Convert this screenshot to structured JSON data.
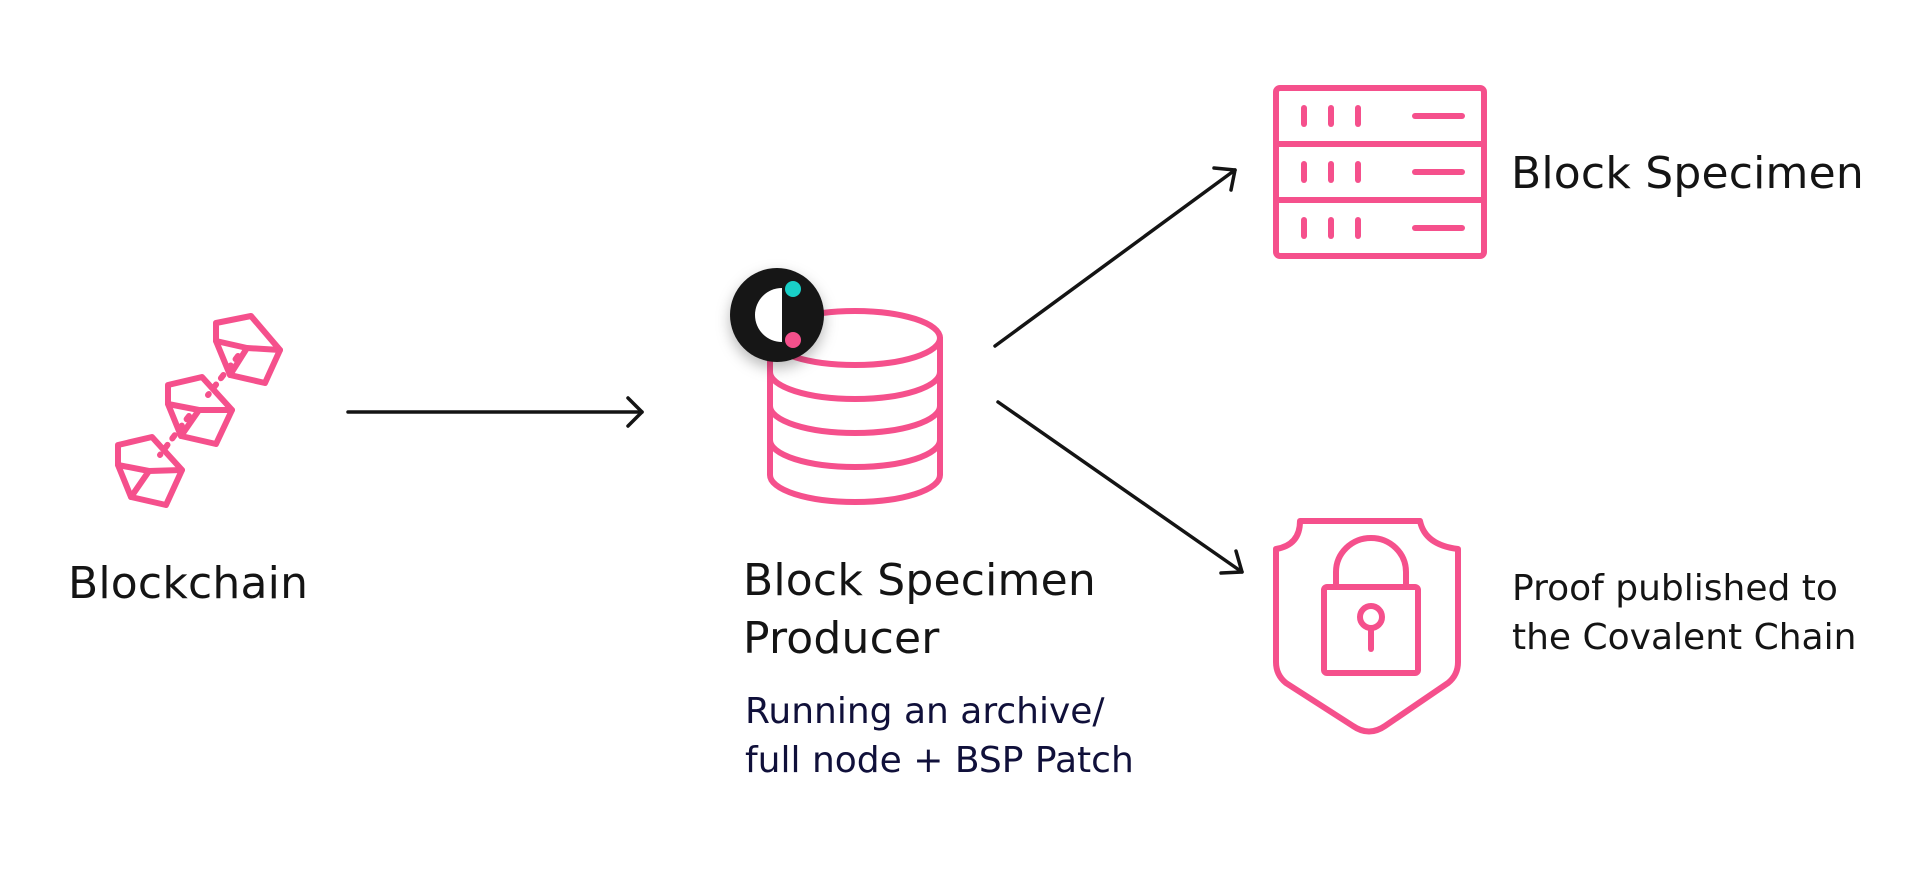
{
  "colors": {
    "accent": "#f5508c",
    "arrow": "#141414",
    "text": "#141414",
    "subtext": "#10103a",
    "logo_dark": "#141414",
    "logo_teal": "#19cfc7",
    "logo_pink": "#f5508c"
  },
  "nodes": {
    "blockchain": {
      "icon": "blockchain-cubes-icon",
      "label": "Blockchain"
    },
    "producer": {
      "icon": "database-stack-icon",
      "badge_icon": "covalent-logo-icon",
      "label_line1": "Block Specimen",
      "label_line2": "Producer",
      "sub_line1": "Running an archive/",
      "sub_line2": "full node + BSP Patch"
    },
    "specimen": {
      "icon": "server-rack-icon",
      "label": "Block Specimen"
    },
    "proof": {
      "icon": "shield-lock-icon",
      "label_line1": "Proof published to",
      "label_line2": "the Covalent Chain"
    }
  },
  "edges": [
    {
      "from": "blockchain",
      "to": "producer"
    },
    {
      "from": "producer",
      "to": "specimen"
    },
    {
      "from": "producer",
      "to": "proof"
    }
  ]
}
